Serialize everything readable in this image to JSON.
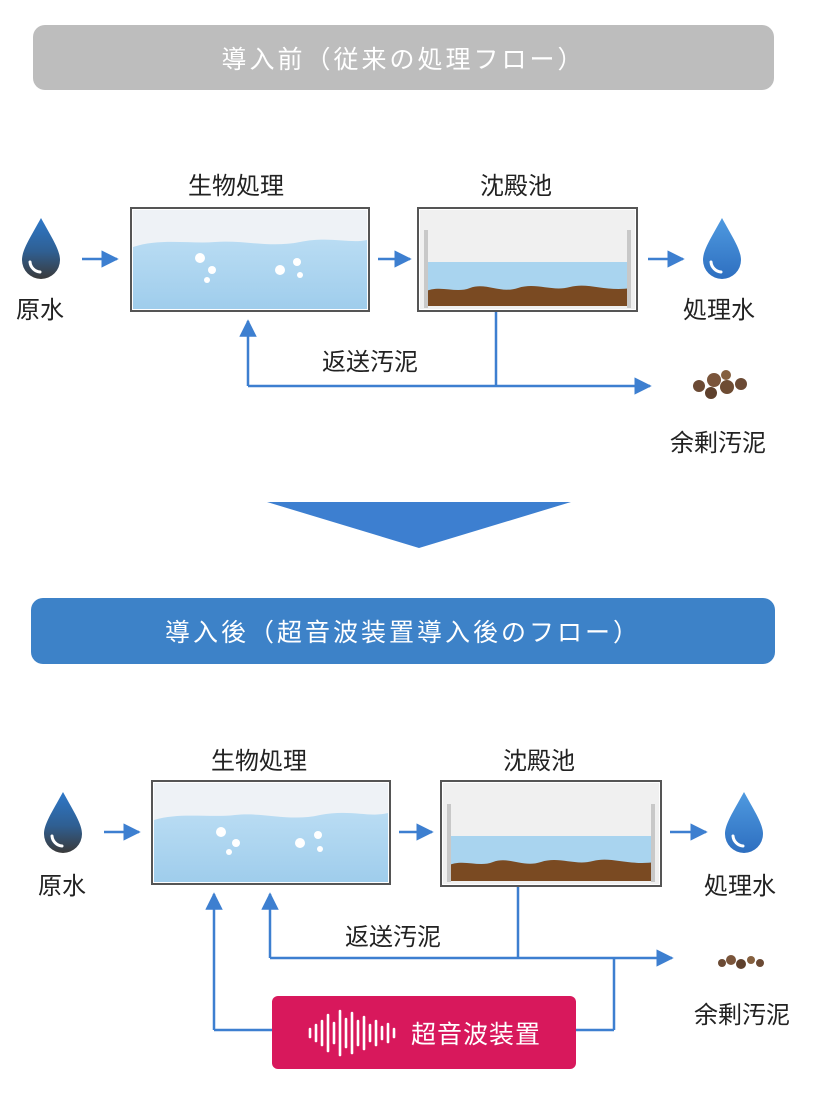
{
  "before": {
    "title": "導入前（従来の処理フロー）",
    "bio_label": "生物処理",
    "sed_label": "沈殿池",
    "raw_water": "原水",
    "treated_water": "処理水",
    "return_sludge": "返送汚泥",
    "excess_sludge": "余剰汚泥"
  },
  "after": {
    "title": "導入後（超音波装置導入後のフロー）",
    "bio_label": "生物処理",
    "sed_label": "沈殿池",
    "raw_water": "原水",
    "treated_water": "処理水",
    "return_sludge": "返送汚泥",
    "excess_sludge": "余剰汚泥",
    "device_label": "超音波装置"
  },
  "colors": {
    "arrow": "#3d7fd0",
    "banner_before": "#bdbdbd",
    "banner_after": "#3d82c8",
    "device": "#d8185c",
    "water": "#a9d4ef",
    "sludge": "#7a4a22"
  }
}
